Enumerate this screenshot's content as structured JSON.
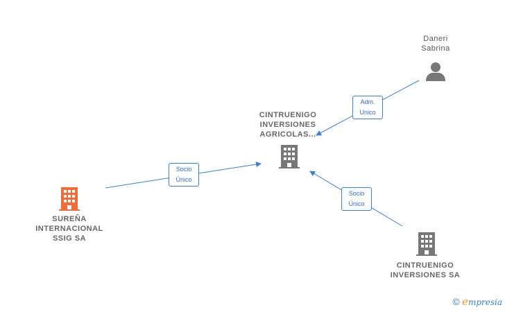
{
  "nodes": {
    "daneri": {
      "label_line1": "Daneri",
      "label_line2": "Sabrina",
      "type": "person"
    },
    "agricolas": {
      "label_line1": "CINTRUENIGO",
      "label_line2": "INVERSIONES",
      "label_line3": "AGRICOLAS...",
      "type": "company"
    },
    "surena": {
      "label_line1": "SUREÑA",
      "label_line2": "INTERNACIONAL",
      "label_line3": "SSIG SA",
      "type": "company",
      "highlight": "#f26b3a"
    },
    "inversiones_sa": {
      "label_line1": "CINTRUENIGO",
      "label_line2": "INVERSIONES SA",
      "type": "company"
    }
  },
  "edges": {
    "daneri_to_agricolas": {
      "line1": "Adm.",
      "line2": "Unico"
    },
    "surena_to_agricolas": {
      "line1": "Socio",
      "line2": "Único"
    },
    "inversiones_to_agricolas": {
      "line1": "Socio",
      "line2": "Único"
    }
  },
  "colors": {
    "edge": "#3a7fd5",
    "company_icon": "#777777",
    "focus_icon": "#f26b3a",
    "person_icon": "#777777"
  },
  "brand": {
    "copyright_symbol": "©",
    "e": "e",
    "rest": "mpresia"
  }
}
